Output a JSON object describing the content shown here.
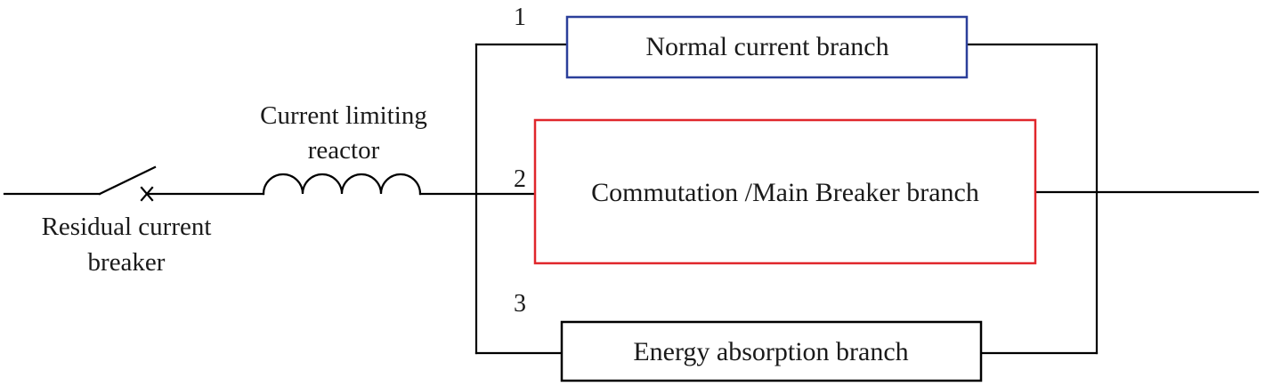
{
  "components": {
    "breaker_label_line1": "Residual current",
    "breaker_label_line2": "breaker",
    "reactor_label_line1": "Current limiting",
    "reactor_label_line2": "reactor"
  },
  "branches": [
    {
      "number": "1",
      "label": "Normal current branch",
      "color": "#2b3f9a"
    },
    {
      "number": "2",
      "label": "Commutation /Main Breaker branch",
      "color": "#e0262b"
    },
    {
      "number": "3",
      "label": "Energy absorption branch",
      "color": "#000000"
    }
  ]
}
